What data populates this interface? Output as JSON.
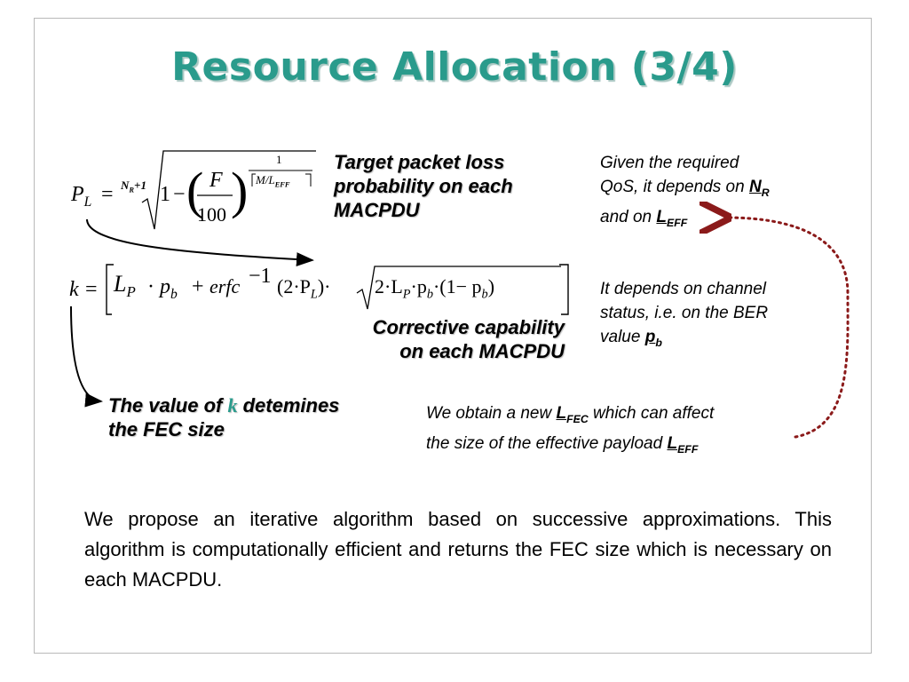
{
  "slide": {
    "title": "Resource Allocation (3/4)"
  },
  "equation1": {
    "lhs_sym": "P",
    "lhs_sub": "L",
    "equals": "=",
    "root_index": "N",
    "root_index_sub": "R",
    "root_index_plus": "+1",
    "one": "1",
    "minus": "−",
    "frac_num": "F",
    "frac_den": "100",
    "exp_num": "1",
    "exp_den": "M/L",
    "exp_den_sub": "EFF"
  },
  "equation2": {
    "lhs": "k",
    "equals": "=",
    "L": "L",
    "L_sub": "P",
    "dot": "·",
    "p": "p",
    "p_sub": "b",
    "plus": "+",
    "erfc": "erfc",
    "exp": "−1",
    "paren_open": "(2·P",
    "paren_sub": "L",
    "paren_close": ")·",
    "sqrt_inner_a": "2·L",
    "sqrt_inner_a_sub": "P",
    "sqrt_inner_b": "·p",
    "sqrt_inner_b_sub": "b",
    "sqrt_inner_c": "·(1− p",
    "sqrt_inner_c_sub": "b",
    "sqrt_inner_d": ")"
  },
  "labels": {
    "target_loss": [
      "Target packet loss",
      "probability on each",
      "MACPDU"
    ],
    "corrective": [
      "Corrective capability",
      "on each MACPDU"
    ],
    "k_value_pre": "The value of ",
    "k_value_k": "k",
    "k_value_post": " detemines",
    "k_value_line2": "the FEC size"
  },
  "notes": {
    "qos_line1": "Given the required",
    "qos_line2": "QoS, it depends on ",
    "qos_NR": "N",
    "qos_NR_sub": "R",
    "qos_line3": "and on ",
    "qos_L": "L",
    "qos_L_sub": "EFF",
    "channel_line1": "It depends on channel",
    "channel_line2": "status, i.e. on the BER",
    "channel_line3": "value ",
    "channel_p": "p",
    "channel_p_sub": "b",
    "lfec_line1_pre": "We obtain a new ",
    "lfec_L": "L",
    "lfec_L_sub": "FEC",
    "lfec_line1_post": " which can affect",
    "lfec_line2": "the size of the effective payload ",
    "lfec_L2": "L",
    "lfec_L2_sub": "EFF"
  },
  "body": {
    "paragraph": "We propose an iterative algorithm based on successive approximations. This algorithm is computationally efficient and returns the FEC size which is necessary on each MACPDU."
  },
  "colors": {
    "title": "#2a9b8c",
    "k_highlight": "#2a9b8c",
    "dotted_arrow": "#8b1a1a"
  }
}
